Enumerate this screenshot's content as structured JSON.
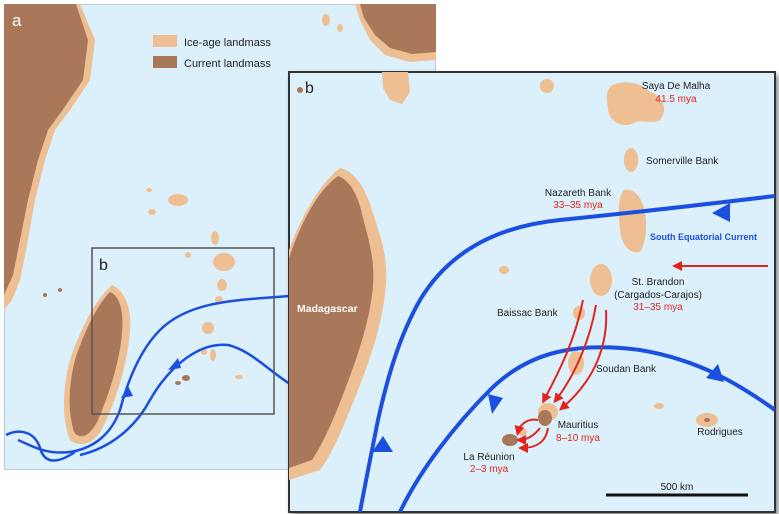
{
  "panel_a": {
    "letter": "a",
    "inset_letter": "b",
    "legend": [
      {
        "label": "Ice-age landmass",
        "color": "#edbf93"
      },
      {
        "label": "Current landmass",
        "color": "#a9775a"
      }
    ]
  },
  "panel_b": {
    "letter": "b",
    "madagascar": "Madagascar",
    "current_label": "South Equatorial Current",
    "scale_label": "500 km",
    "features": [
      {
        "name": "Saya De Malha",
        "age": "41.5 mya"
      },
      {
        "name": "Somerville Bank",
        "age": ""
      },
      {
        "name": "Nazareth Bank",
        "age": "33–35 mya"
      },
      {
        "name": "St. Brandon",
        "name2": "(Cargados-Carajos)",
        "age": "31–35 mya"
      },
      {
        "name": "Baissac Bank",
        "age": ""
      },
      {
        "name": "Soudan Bank",
        "age": ""
      },
      {
        "name": "Mauritius",
        "age": "8–10 mya"
      },
      {
        "name": "La Réunion",
        "age": "2–3 mya"
      },
      {
        "name": "Rodrigues",
        "age": ""
      }
    ]
  },
  "colors": {
    "ocean": "#dcf0fb",
    "ice_age": "#edbf93",
    "current_land": "#a9775a",
    "current_arrow": "#1a4fe0",
    "dispersal": "#e0241b",
    "age_text": "#e0241b"
  }
}
